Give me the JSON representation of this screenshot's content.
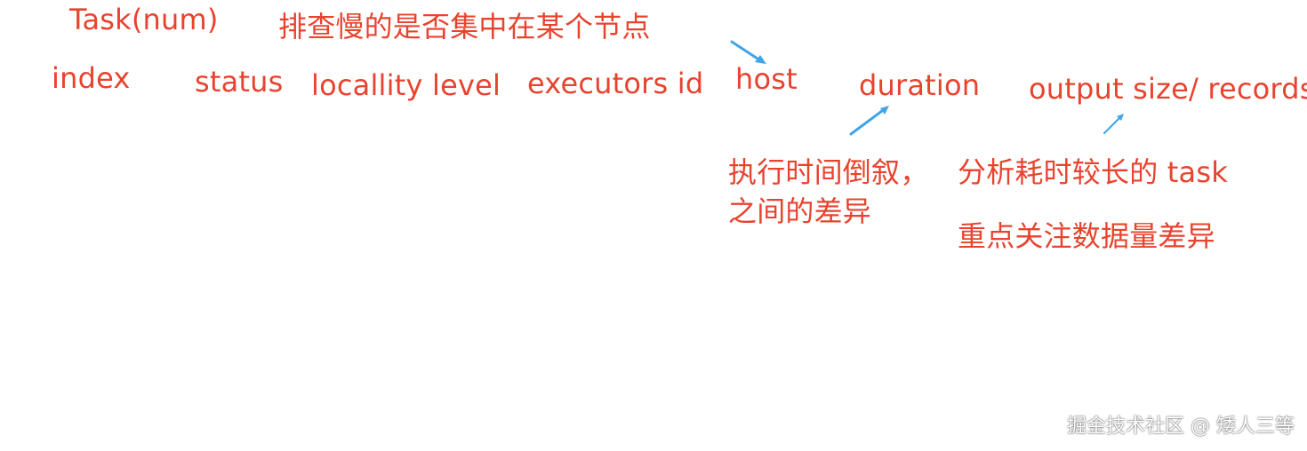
{
  "labels": {
    "task_num": "Task(num)",
    "index": "index",
    "status": "status",
    "locality_level": "locallity level",
    "executors_id": "executors id",
    "host": "host",
    "duration": "duration",
    "output_size_records": "output size/ records"
  },
  "notes": {
    "host_note": "排查慢的是否集中在某个节点",
    "duration_note_line1": "执行时间倒叙，",
    "duration_note_line2": "之间的差异",
    "output_note_line1": "分析耗时较长的 task",
    "output_note_line2": "重点关注数据量差异"
  },
  "watermark": "掘金技术社区 @ 矮人三等",
  "colors": {
    "label_text": "#e8432e",
    "arrow": "#3fa5e8"
  }
}
